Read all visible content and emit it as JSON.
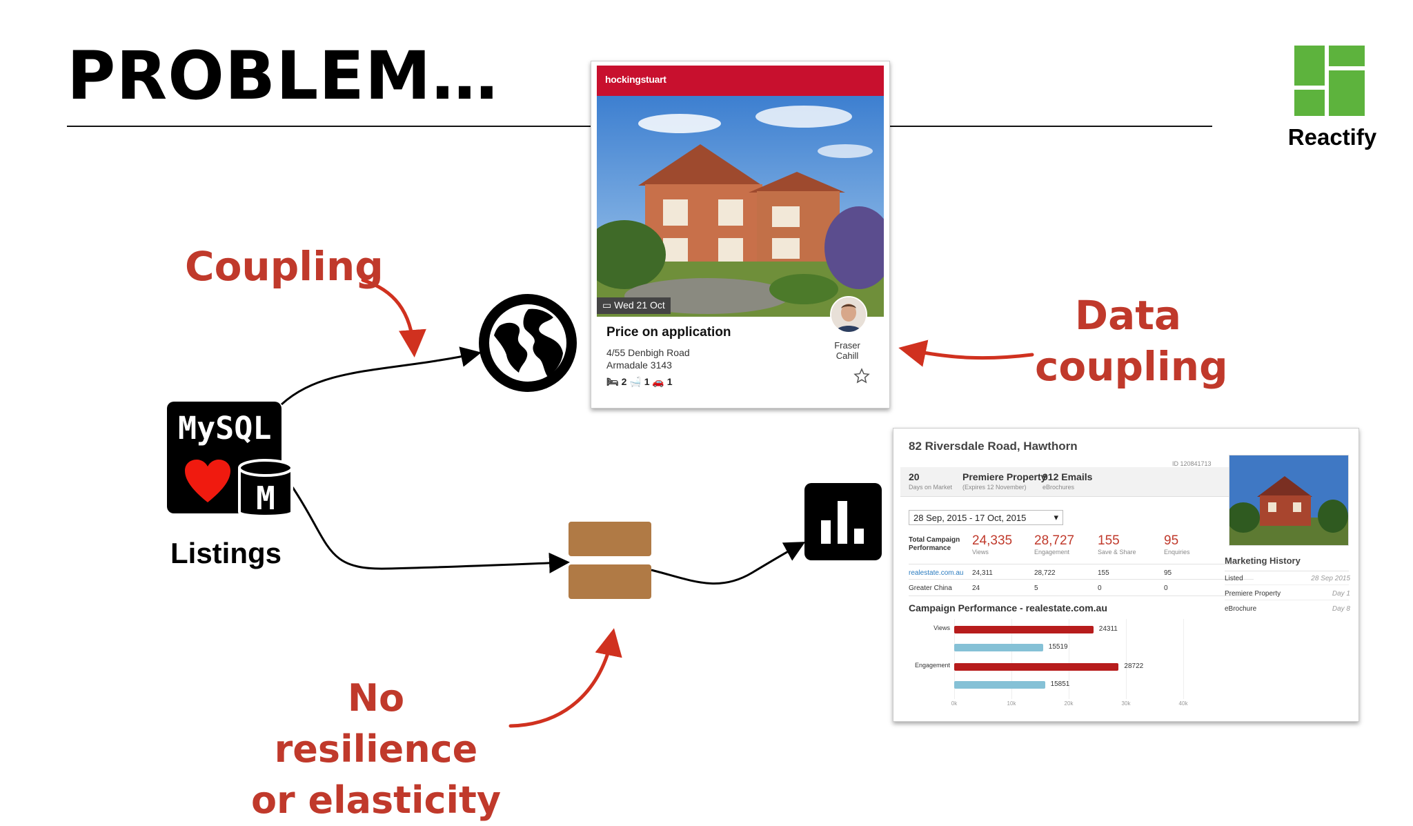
{
  "slide": {
    "title": "PROBLEM…",
    "logo": {
      "name": "Reactify",
      "color": "#5db33d"
    }
  },
  "annotations": {
    "coupling": "Coupling",
    "data_coupling": [
      "Data",
      "coupling"
    ],
    "no_resilience": [
      "No resilience",
      "or elasticity"
    ],
    "color": "#c0392b"
  },
  "diagram": {
    "source_label": "Listings",
    "db_icon_text": "MySQL",
    "db_badge_letter": "M",
    "nodes": [
      "globe-icon",
      "queue-icon",
      "bar-chart-icon",
      "mysql-icon"
    ]
  },
  "listing_card": {
    "brand": "hockingstuart",
    "date": "Wed 21 Oct",
    "price": "Price on application",
    "address_line1": "4/55 Denbigh Road",
    "address_line2": "Armadale 3143",
    "bed": "2",
    "bath": "1",
    "car": "1",
    "agent_first": "Fraser",
    "agent_last": "Cahill"
  },
  "dashboard": {
    "address": "82 Riversdale Road, Hawthorn",
    "listing_id": "ID 120841713",
    "stats": [
      {
        "value": "20",
        "label": "Days on Market"
      },
      {
        "value": "Premiere Property",
        "label": "(Expires 12 November)"
      },
      {
        "value": "912 Emails",
        "label": "eBrochures"
      }
    ],
    "date_range": "28 Sep, 2015 - 17 Oct, 2015",
    "performance_label": [
      "Total Campaign",
      "Performance"
    ],
    "totals": [
      {
        "value": "24,335",
        "label": "Views"
      },
      {
        "value": "28,727",
        "label": "Engagement"
      },
      {
        "value": "155",
        "label": "Save & Share"
      },
      {
        "value": "95",
        "label": "Enquiries"
      }
    ],
    "rows": [
      {
        "source": "realestate.com.au",
        "cells": [
          "24,311",
          "28,722",
          "155",
          "95"
        ]
      },
      {
        "source": "Greater China",
        "cells": [
          "24",
          "5",
          "0",
          "0"
        ]
      }
    ],
    "chart_title": "Campaign Performance - realestate.com.au",
    "marketing_history": {
      "title": "Marketing History",
      "items": [
        {
          "label": "Listed",
          "value": "28 Sep 2015"
        },
        {
          "label": "Premiere Property",
          "value": "Day 1"
        },
        {
          "label": "eBrochure",
          "value": "Day 8"
        }
      ]
    }
  },
  "chart_data": {
    "type": "bar",
    "title": "Campaign Performance - realestate.com.au",
    "orientation": "horizontal",
    "categories": [
      "Views",
      "Engagement"
    ],
    "series": [
      {
        "color": "#b71c1c",
        "values": [
          24311,
          28722
        ]
      },
      {
        "color": "#85c1d6",
        "values": [
          15519,
          15851
        ]
      }
    ],
    "xlim": [
      0,
      40000
    ],
    "xticks": [
      "0k",
      "10k",
      "20k",
      "30k",
      "40k"
    ]
  }
}
